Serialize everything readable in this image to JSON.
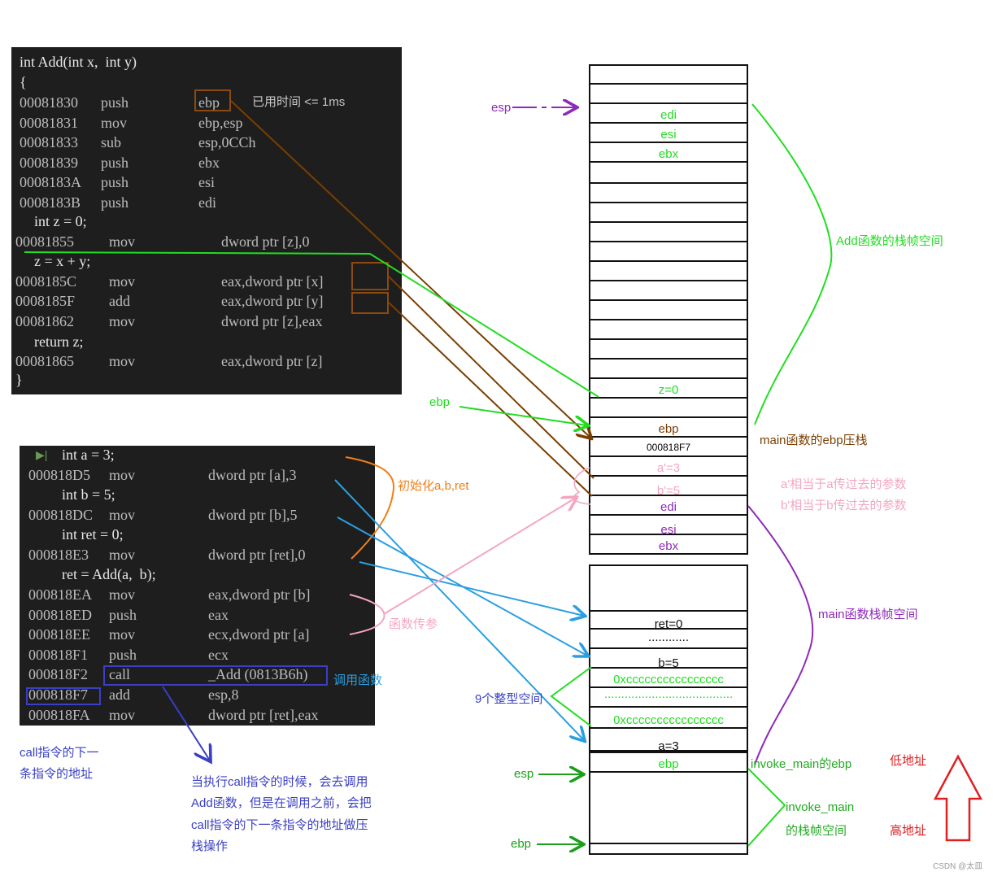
{
  "colors": {
    "green": "#22dd22",
    "brown": "#7a3e00",
    "pink": "#f4a6bf",
    "purple": "#8e2ab8",
    "blue": "#2a9fe0",
    "orange": "#f07f1a",
    "navy": "#3a3fc4",
    "red": "#e02020",
    "dark_green": "#1aa01a"
  },
  "add_code": {
    "lines": [
      {
        "src": "int Add(int x,  int y)"
      },
      {
        "src": "{"
      },
      {
        "addr": "00081830",
        "op": "push",
        "arg": "ebp",
        "note": "已用时间 <= 1ms"
      },
      {
        "addr": "00081831",
        "op": "mov",
        "arg": "ebp,esp"
      },
      {
        "addr": "00081833",
        "op": "sub",
        "arg": "esp,0CCh"
      },
      {
        "addr": "00081839",
        "op": "push",
        "arg": "ebx"
      },
      {
        "addr": "0008183A",
        "op": "push",
        "arg": "esi"
      },
      {
        "addr": "0008183B",
        "op": "push",
        "arg": "edi"
      },
      {
        "src": "    int z = 0;"
      },
      {
        "addr": "00081855",
        "op": "mov",
        "arg": "dword ptr [z],0"
      },
      {
        "src": "    z = x + y;"
      },
      {
        "addr": "0008185C",
        "op": "mov",
        "arg": "eax,dword ptr [x]"
      },
      {
        "addr": "0008185F",
        "op": "add",
        "arg": "eax,dword ptr [y]"
      },
      {
        "addr": "00081862",
        "op": "mov",
        "arg": "dword ptr [z],eax"
      },
      {
        "src": "    return z;"
      },
      {
        "addr": "00081865",
        "op": "mov",
        "arg": "eax,dword ptr [z]"
      },
      {
        "src": "}"
      }
    ]
  },
  "main_code": {
    "lines": [
      {
        "src": "int a = 3;"
      },
      {
        "addr": "000818D5",
        "op": "mov",
        "arg": "dword ptr [a],3"
      },
      {
        "src": "int b = 5;"
      },
      {
        "addr": "000818DC",
        "op": "mov",
        "arg": "dword ptr [b],5"
      },
      {
        "src": "int ret = 0;"
      },
      {
        "addr": "000818E3",
        "op": "mov",
        "arg": "dword ptr [ret],0"
      },
      {
        "src": "ret = Add(a,  b);"
      },
      {
        "addr": "000818EA",
        "op": "mov",
        "arg": "eax,dword ptr [b]"
      },
      {
        "addr": "000818ED",
        "op": "push",
        "arg": "eax"
      },
      {
        "addr": "000818EE",
        "op": "mov",
        "arg": "ecx,dword ptr [a]"
      },
      {
        "addr": "000818F1",
        "op": "push",
        "arg": "ecx"
      },
      {
        "addr": "000818F2",
        "op": "call",
        "arg": "_Add (0813B6h)"
      },
      {
        "addr": "000818F7",
        "op": "add",
        "arg": "esp,8"
      },
      {
        "addr": "000818FA",
        "op": "mov",
        "arg": "dword ptr [ret],eax"
      }
    ]
  },
  "stack": {
    "labels": {
      "edi_top": "edi",
      "esi_top": "esi",
      "ebx_top": "ebx",
      "z": "z=0",
      "ebp": "ebp",
      "ret_addr": "000818F7",
      "a_param": "a'=3",
      "b_param": "b'=5",
      "edi_mid": "edi",
      "esi_mid": "esi",
      "ebx_mid": "ebx",
      "ret": "ret=0",
      "dots1": "............",
      "b": "b=5",
      "cc1": "0xcccccccccccccccc",
      "dots2": "......................................",
      "cc2": "0xcccccccccccccccc",
      "a": "a=3",
      "ebp_bottom": "ebp"
    }
  },
  "annotations": {
    "esp_top": "esp",
    "ebp_add": "ebp",
    "add_frame": "Add函数的栈帧空间",
    "main_ebp_push": "main函数的ebp压栈",
    "a_param_note": "a'相当于a传过去的参数",
    "b_param_note": "b'相当于b传过去的参数",
    "main_frame": "main函数栈帧空间",
    "init_note": "初始化a,b,ret",
    "pass_args": "函数传参",
    "call_func": "调用函数",
    "nine_ints": "9个整型空间",
    "esp_bottom": "esp",
    "ebp_bottom": "ebp",
    "invoke_main_ebp": "invoke_main的ebp",
    "low_addr": "低地址",
    "high_addr": "高地址",
    "invoke_main_frame_1": "invoke_main",
    "invoke_main_frame_2": "的栈帧空间",
    "next_instr_1": "call指令的下一",
    "next_instr_2": "条指令的地址",
    "call_explain_1": "当执行call指令的时候，会去调用",
    "call_explain_2": "Add函数，但是在调用之前，会把",
    "call_explain_3": "call指令的下一条指令的地址做压",
    "call_explain_4": "栈操作",
    "watermark": "CSDN @太皿"
  }
}
